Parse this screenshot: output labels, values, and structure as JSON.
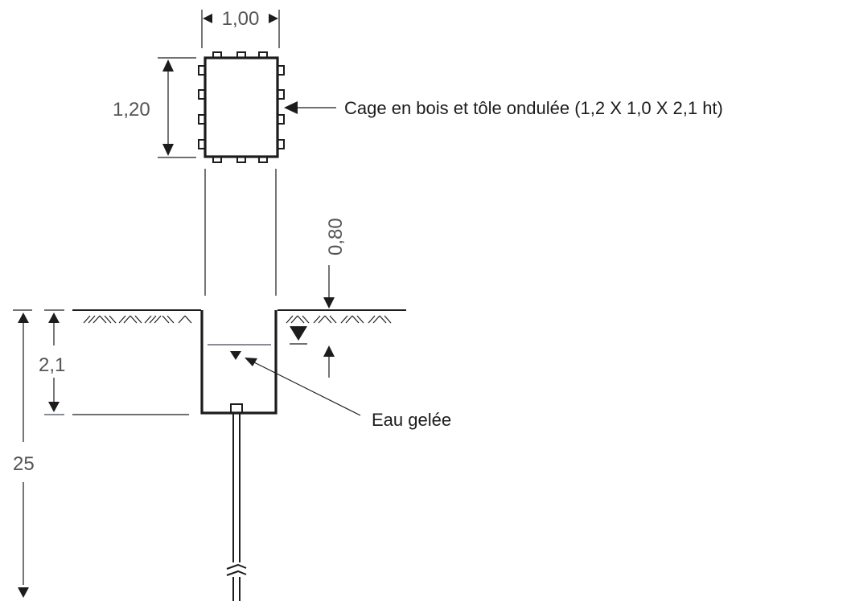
{
  "dimensions": {
    "cage_width": "1,00",
    "cage_depth": "1,20",
    "water_depth": "0,80",
    "pit_depth": "2,1",
    "well_depth": "25"
  },
  "labels": {
    "cage": "Cage en bois et tôle ondulée (1,2 X 1,0 X 2,1 ht)",
    "frozen_water": "Eau gelée"
  }
}
